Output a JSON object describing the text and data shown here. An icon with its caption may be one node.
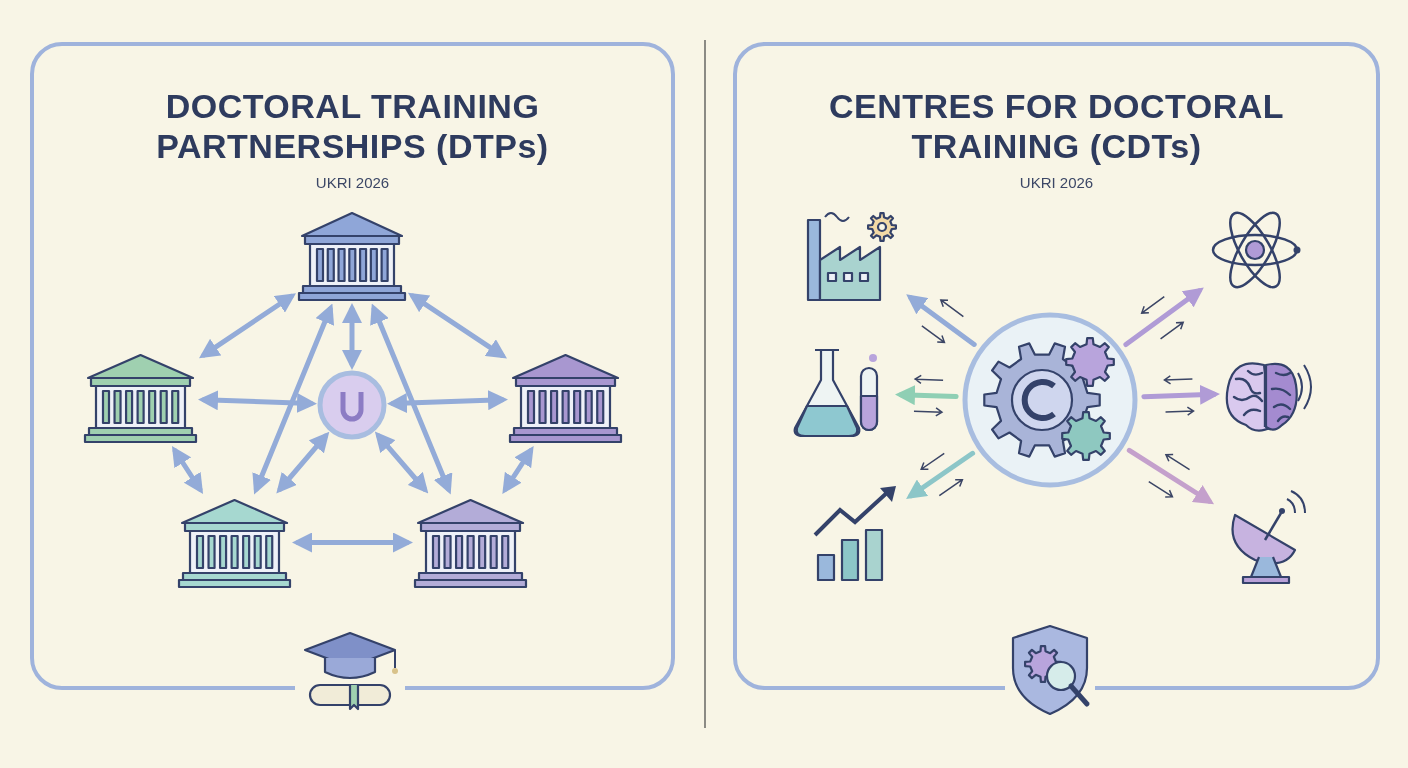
{
  "diagram": {
    "nodes": [
      {
        "text": [
          "DOCTORAL TRAINING PARTNERSHIPS (DTPs)",
          "UKRI 2026"
        ]
      },
      {
        "text": [],
        "shape": "picture",
        "in": 0
      },
      {
        "text": [],
        "shape": "picture",
        "in": 0
      },
      {
        "text": [],
        "shape": "picture",
        "in": 0
      },
      {
        "text": [],
        "shape": "circle",
        "in": 0
      },
      {
        "text": [],
        "shape": "picture",
        "in": 0
      },
      {
        "text": [],
        "shape": "picture",
        "in": 0
      },
      {
        "text": [],
        "shape": "picture"
      },
      {
        "text": [
          "CENTRES FOR DOCTORAL TRAINING (CDTs)",
          "UKRI 2026"
        ]
      },
      {
        "text": [],
        "shape": "picture",
        "in": 8
      },
      {
        "text": [],
        "shape": "picture",
        "in": 8
      },
      {
        "text": [],
        "shape": "picture",
        "in": 8
      },
      {
        "text": [],
        "shape": "circle",
        "in": 8
      },
      {
        "text": [],
        "shape": "picture",
        "in": 8
      },
      {
        "text": [],
        "shape": "picture",
        "in": 8
      },
      {
        "text": [],
        "shape": "picture",
        "in": 8
      },
      {
        "text": [],
        "shape": "picture"
      }
    ],
    "edges": [
      {
        "from": 1,
        "to": 2,
        "arrow": "both"
      },
      {
        "from": 1,
        "to": 3,
        "arrow": "both"
      },
      {
        "from": 1,
        "to": 4,
        "arrow": "both"
      },
      {
        "from": 1,
        "to": 5,
        "arrow": "both"
      },
      {
        "from": 1,
        "to": 6,
        "arrow": "both"
      },
      {
        "from": 2,
        "to": 4,
        "arrow": "both"
      },
      {
        "from": 3,
        "to": 4,
        "arrow": "both"
      },
      {
        "from": 2,
        "to": 5,
        "arrow": "both"
      },
      {
        "from": 3,
        "to": 6,
        "arrow": "both"
      },
      {
        "from": 5,
        "to": 6,
        "arrow": "both"
      },
      {
        "from": 4,
        "to": 5,
        "arrow": "both"
      },
      {
        "from": 4,
        "to": 6,
        "arrow": "both"
      },
      {
        "from": 12,
        "to": 9,
        "arrow": "to"
      },
      {
        "from": 12,
        "to": 10,
        "arrow": "to",
        "color": "#8fcfb4"
      },
      {
        "from": 12,
        "to": 11,
        "arrow": "to",
        "color": "#8cc6c8"
      },
      {
        "from": 12,
        "to": 13,
        "arrow": "to",
        "color": "#b09bd6"
      },
      {
        "from": 12,
        "to": 14,
        "arrow": "to",
        "color": "#b09bd6"
      },
      {
        "from": 12,
        "to": 15,
        "arrow": "to",
        "color": "#c4a0cc"
      }
    ]
  }
}
